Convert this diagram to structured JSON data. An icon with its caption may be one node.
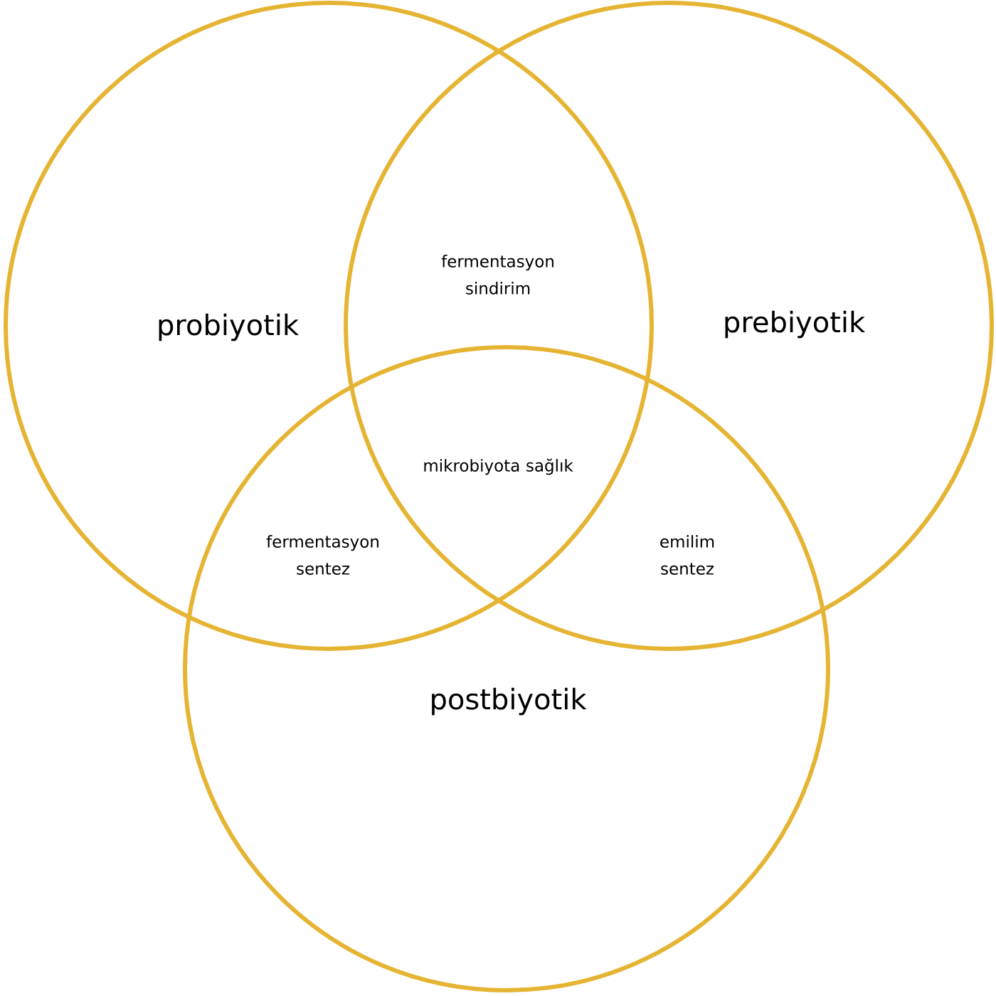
{
  "diagram": {
    "nodes": [
      {
        "text": [
          "probiyotik"
        ]
      },
      {
        "text": [
          "prebiyotik"
        ]
      },
      {
        "text": [
          "postbiyotik"
        ]
      }
    ],
    "labels": [
      "fermentasyon sindirim",
      "mikrobiyota sağlık",
      "fermentasyon sentez",
      "emilim sentez"
    ]
  }
}
